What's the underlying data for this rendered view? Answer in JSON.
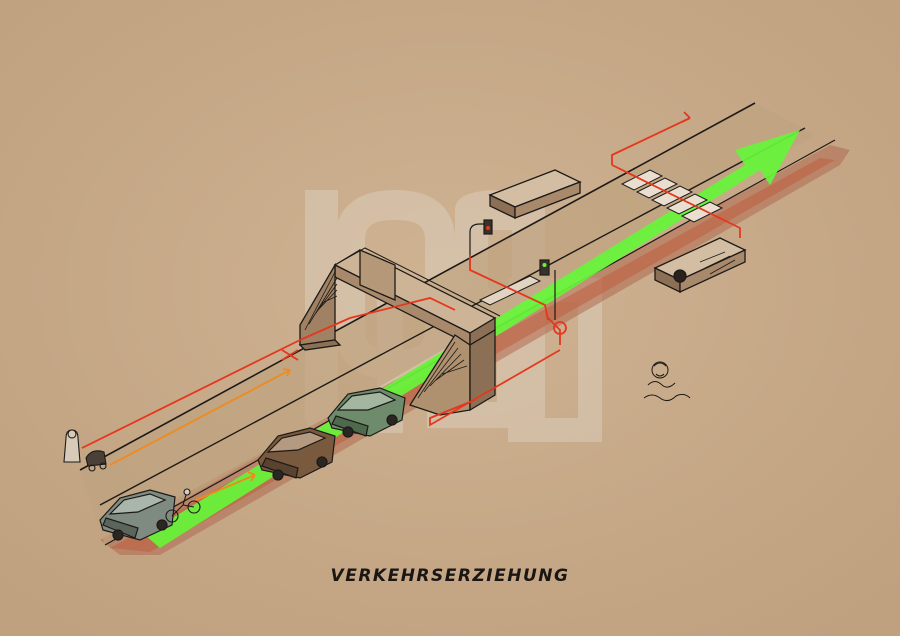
{
  "caption": "VERKEHRSERZIEHUNG",
  "colors": {
    "paper": "#c9ac8a",
    "ink": "#1d1a17",
    "green_arrow": "#66f53a",
    "red_path": "#e5371e",
    "orange_path": "#f08a1c",
    "road_shadow": "#b06a50",
    "concrete": "#b89c80",
    "watermark": "#d2c3b4"
  },
  "icons": {
    "signature": "artist-signature",
    "watermark": "agency-watermark"
  }
}
